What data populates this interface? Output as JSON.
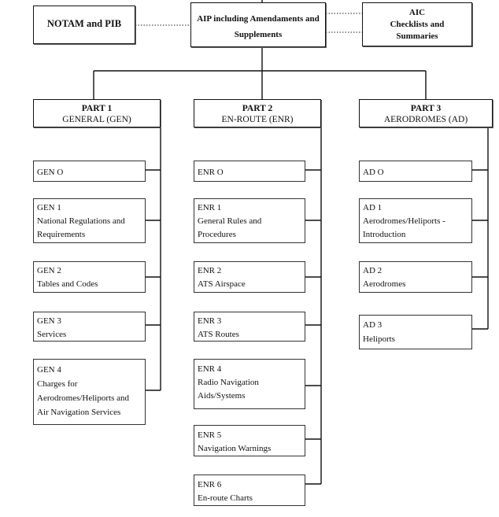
{
  "top": {
    "notam": {
      "lines": [
        "NOTAM and PIB"
      ]
    },
    "aip": {
      "lines": [
        "AIP including Amendaments and",
        "Supplements"
      ]
    },
    "aic": {
      "lines": [
        "AIC",
        "Checklists and",
        "Summaries"
      ]
    }
  },
  "parts": [
    {
      "header": {
        "lines": [
          "PART 1",
          "GENERAL (GEN)"
        ]
      },
      "items": [
        {
          "lines": [
            "GEN O"
          ]
        },
        {
          "lines": [
            "GEN 1",
            "National Regulations and",
            "Requirements"
          ]
        },
        {
          "lines": [
            "GEN 2",
            "Tables and Codes"
          ]
        },
        {
          "lines": [
            "GEN 3",
            "Services"
          ]
        },
        {
          "lines": [
            "GEN 4",
            "Charges  for",
            "Aerodromes/Heliports and",
            "Air Navigation Services"
          ]
        }
      ]
    },
    {
      "header": {
        "lines": [
          "PART 2",
          "EN-ROUTE (ENR)"
        ]
      },
      "items": [
        {
          "lines": [
            "ENR O"
          ]
        },
        {
          "lines": [
            "ENR 1",
            "General Rules and",
            "Procedures"
          ]
        },
        {
          "lines": [
            "ENR 2",
            "ATS Airspace"
          ]
        },
        {
          "lines": [
            "ENR 3",
            "ATS Routes"
          ]
        },
        {
          "lines": [
            "ENR 4",
            "Radio Navigation",
            "Aids/Systems"
          ]
        },
        {
          "lines": [
            "ENR 5",
            "Navigation Warnings"
          ]
        },
        {
          "lines": [
            "ENR 6",
            "En-route Charts"
          ]
        }
      ]
    },
    {
      "header": {
        "lines": [
          "PART 3",
          "AERODROMES (AD)"
        ]
      },
      "items": [
        {
          "lines": [
            "AD O"
          ]
        },
        {
          "lines": [
            "AD 1",
            "Aerodromes/Heliports -",
            "Introduction"
          ]
        },
        {
          "lines": [
            "AD 2",
            "Aerodromes"
          ]
        },
        {
          "lines": [
            "AD 3",
            "Heliports"
          ]
        }
      ]
    }
  ]
}
